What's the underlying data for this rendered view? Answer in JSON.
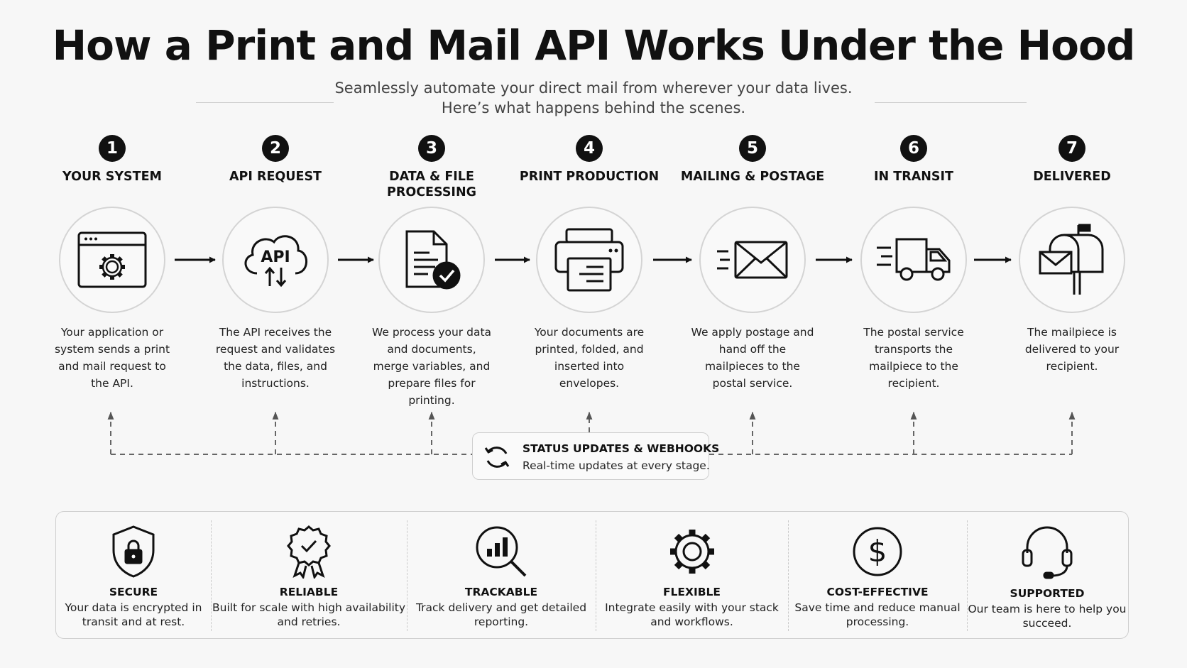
{
  "header": {
    "title": "How a Print and Mail API Works Under the Hood",
    "subtitle_line1": "Seamlessly automate your direct mail from wherever your data lives.",
    "subtitle_line2": "Here’s what happens behind the scenes."
  },
  "steps": [
    {
      "number": "1",
      "title": "YOUR SYSTEM",
      "description": "Your application or system sends a print and mail request to the API.",
      "icon": "browser-gear-icon"
    },
    {
      "number": "2",
      "title": "API REQUEST",
      "description": "The API receives the request and validates the data, files, and instructions.",
      "icon": "api-cloud-icon",
      "icon_text": "API"
    },
    {
      "number": "3",
      "title": "DATA & FILE PROCESSING",
      "description": "We process your data and documents, merge variables, and prepare files for printing.",
      "icon": "document-check-icon"
    },
    {
      "number": "4",
      "title": "PRINT PRODUCTION",
      "description": "Your documents are printed, folded, and inserted into envelopes.",
      "icon": "printer-icon"
    },
    {
      "number": "5",
      "title": "MAILING & POSTAGE",
      "description": "We apply postage and hand off the mailpieces to the postal service.",
      "icon": "envelope-icon"
    },
    {
      "number": "6",
      "title": "IN TRANSIT",
      "description": "The postal service transports the mailpiece to the recipient.",
      "icon": "delivery-truck-icon"
    },
    {
      "number": "7",
      "title": "DELIVERED",
      "description": "The mailpiece is delivered to your recipient.",
      "icon": "mailbox-icon"
    }
  ],
  "status": {
    "title": "STATUS UPDATES & WEBHOOKS",
    "description": "Real-time updates at every stage.",
    "icon": "refresh-icon"
  },
  "features": [
    {
      "title": "SECURE",
      "description": "Your data is encrypted in transit and at rest.",
      "icon": "shield-lock-icon"
    },
    {
      "title": "RELIABLE",
      "description": "Built for scale with high availability and retries.",
      "icon": "badge-check-icon"
    },
    {
      "title": "TRACKABLE",
      "description": "Track delivery and get detailed reporting.",
      "icon": "chart-magnifier-icon"
    },
    {
      "title": "FLEXIBLE",
      "description": "Integrate easily with your stack and workflows.",
      "icon": "gear-icon"
    },
    {
      "title": "COST-EFFECTIVE",
      "description": "Save time and reduce manual processing.",
      "icon": "dollar-icon"
    },
    {
      "title": "SUPPORTED",
      "description": "Our team is here to help you succeed.",
      "icon": "headset-icon"
    }
  ],
  "colors": {
    "ink": "#111111",
    "background": "#f7f7f7",
    "border": "#cfcfcf"
  }
}
